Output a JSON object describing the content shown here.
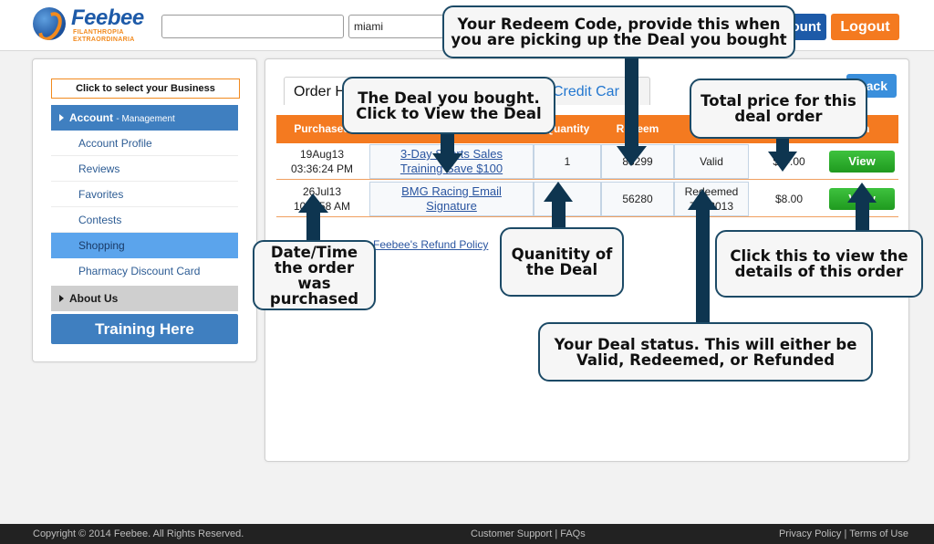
{
  "header": {
    "logo_name": "Feebee",
    "logo_tagline_1": "FILANTHROPIA",
    "logo_tagline_2": "EXTRAORDINARIA",
    "search_value": "",
    "location_value": "miami",
    "account_label": "ount",
    "logout_label": "Logout"
  },
  "sidebar": {
    "business_select": "Click to select your Business",
    "account_heading": "Account",
    "account_sub": "- Management",
    "items": [
      {
        "label": "Account Profile",
        "active": false
      },
      {
        "label": "Reviews",
        "active": false
      },
      {
        "label": "Favorites",
        "active": false
      },
      {
        "label": "Contests",
        "active": false
      },
      {
        "label": "Shopping",
        "active": true
      },
      {
        "label": "Pharmacy Discount Card",
        "active": false
      }
    ],
    "about_heading": "About Us",
    "training_label": "Training Here"
  },
  "main": {
    "tabs": [
      {
        "label": "Order H"
      },
      {
        "label": "Credit Car"
      }
    ],
    "back_label": "ack",
    "columns": [
      {
        "label": "Purchased"
      },
      {
        "label": ""
      },
      {
        "label": "Quantity"
      },
      {
        "label": "Redeem"
      },
      {
        "label": ""
      },
      {
        "label": ""
      },
      {
        "label": "on"
      }
    ],
    "orders": [
      {
        "date": "19Aug13",
        "time": "03:36:24 PM",
        "deal_line1": "3-Day Sports Sales",
        "deal_line2": "Training Save $100",
        "quantity": "1",
        "redeem_code": "83299",
        "status_line1": "Valid",
        "status_line2": "",
        "total": "$---.00",
        "view_label": "View"
      },
      {
        "date": "26Jul13",
        "time": "10:--:58 AM",
        "deal_line1": "BMG Racing Email",
        "deal_line2": "Signature",
        "quantity": "",
        "redeem_code": "56280",
        "status_line1": "Redeemed",
        "status_line2": "7/--/2013",
        "total": "$8.00",
        "view_label": "View"
      }
    ],
    "refund_link": "Feebee's Refund Policy"
  },
  "callouts": {
    "redeem_code": "Your Redeem Code, provide this when you are picking up the Deal you bought",
    "deal_bought": "The Deal you bought. Click to View the Deal",
    "total_price": "Total price for this deal order",
    "date_time": "Date/Time the order was purchased",
    "quantity": "Quanitity of the Deal",
    "view_details": "Click this to view the details of this order",
    "status": "Your Deal status. This will either be Valid, Redeemed, or Refunded"
  },
  "footer": {
    "copyright": "Copyright © 2014 Feebee. All Rights Reserved.",
    "support": "Customer Support | FAQs",
    "legal": "Privacy Policy | Terms of Use"
  },
  "colors": {
    "brand_blue": "#1d5aa8",
    "accent_orange": "#f47a20",
    "view_green": "#2aaa2a",
    "callout_border": "#1c4a66"
  }
}
